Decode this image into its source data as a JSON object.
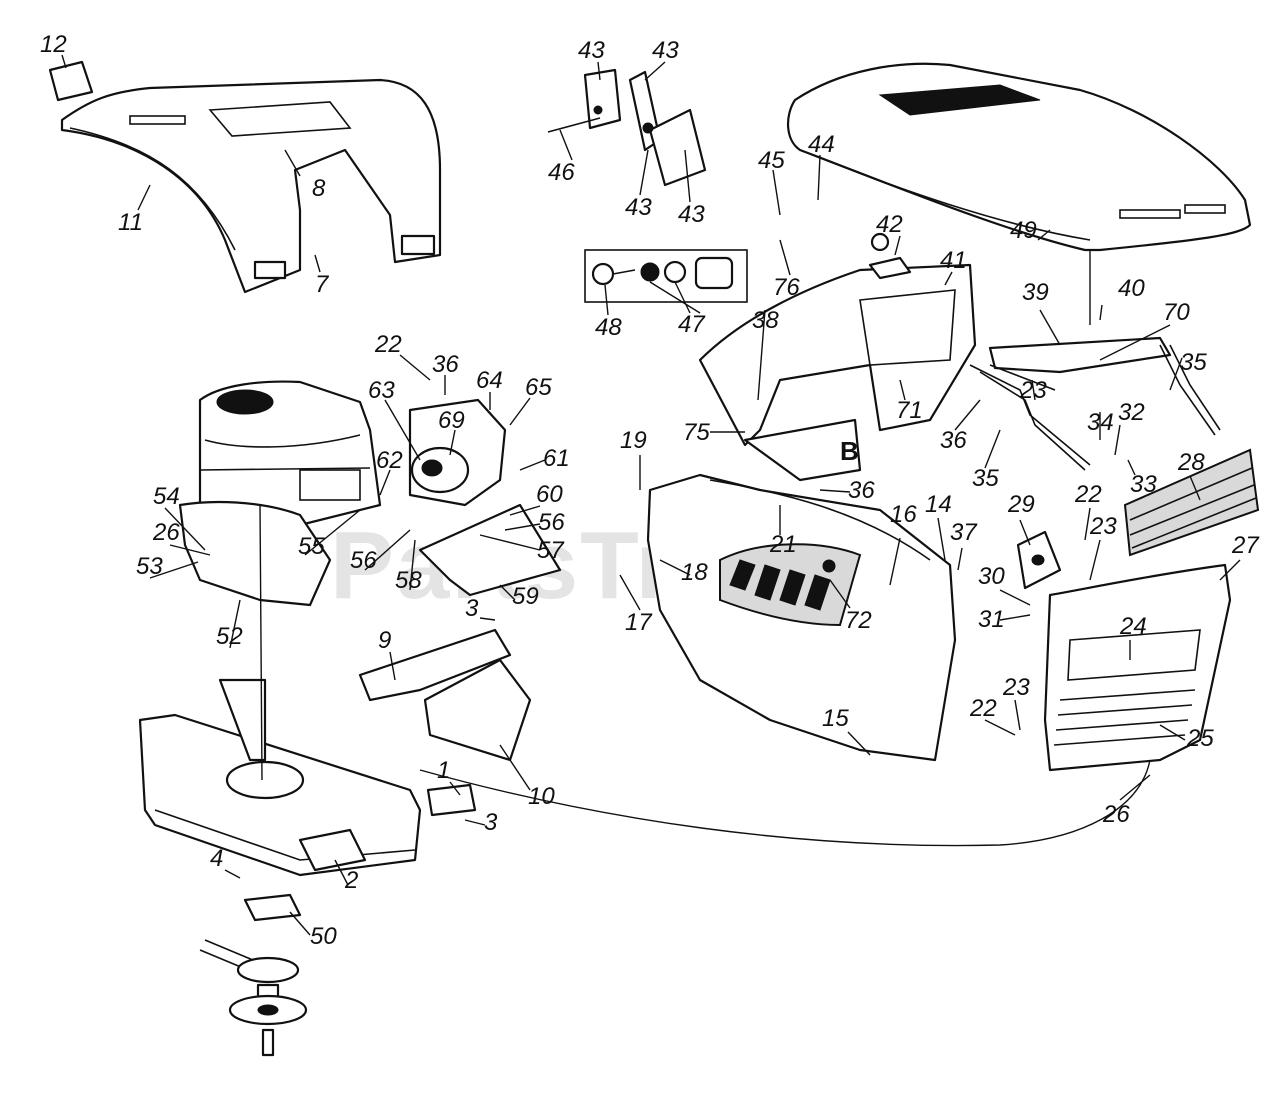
{
  "watermark": "PartsTree",
  "callouts": {
    "c1": "1",
    "c2": "2",
    "c3a": "3",
    "c3b": "3",
    "c4": "4",
    "c7": "7",
    "c8": "8",
    "c9": "9",
    "c10": "10",
    "c11": "11",
    "c12": "12",
    "c14": "14",
    "c15": "15",
    "c16": "16",
    "c17": "17",
    "c18": "18",
    "c19": "19",
    "c21": "21",
    "c22a": "22",
    "c22b": "22",
    "c22c": "22",
    "c23a": "23",
    "c23b": "23",
    "c23c": "23",
    "c24": "24",
    "c25": "25",
    "c26a": "26",
    "c26b": "26",
    "c27": "27",
    "c28": "28",
    "c29": "29",
    "c30": "30",
    "c31": "31",
    "c32": "32",
    "c33": "33",
    "c34": "34",
    "c35a": "35",
    "c35b": "35",
    "c36a": "36",
    "c36b": "36",
    "c36c": "36",
    "c37": "37",
    "c38": "38",
    "c39": "39",
    "c40": "40",
    "c41": "41",
    "c42": "42",
    "c43a": "43",
    "c43b": "43",
    "c43c": "43",
    "c43d": "43",
    "c44": "44",
    "c45": "45",
    "c46": "46",
    "c47": "47",
    "c48": "48",
    "c49": "49",
    "c50": "50",
    "c52": "52",
    "c53": "53",
    "c54": "54",
    "c55": "55",
    "c56a": "56",
    "c56b": "56",
    "c57": "57",
    "c58": "58",
    "c59": "59",
    "c60": "60",
    "c61": "61",
    "c62": "62",
    "c63": "63",
    "c64": "64",
    "c65": "65",
    "c69": "69",
    "c70": "70",
    "c71": "71",
    "c72": "72",
    "c75": "75",
    "c76": "76",
    "cB": "B"
  }
}
